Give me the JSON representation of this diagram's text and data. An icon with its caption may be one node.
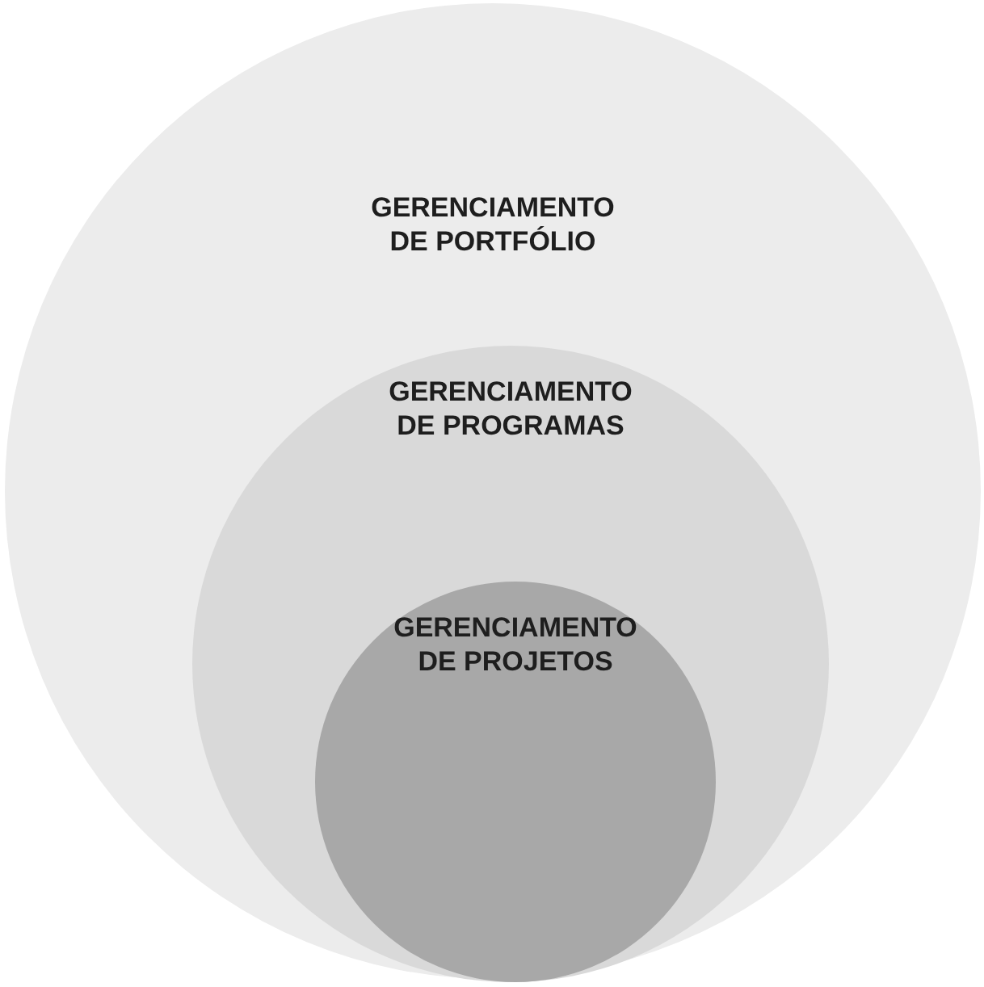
{
  "diagram": {
    "nodes": [
      {
        "text": [
          "GERENCIAMENTO DE PORTFÓLIO"
        ]
      },
      {
        "text": [
          "GERENCIAMENTO DE PROGRAMAS"
        ],
        "in": 0
      },
      {
        "text": [
          "GERENCIAMENTO DE PROJETOS"
        ],
        "in": 1
      }
    ]
  }
}
